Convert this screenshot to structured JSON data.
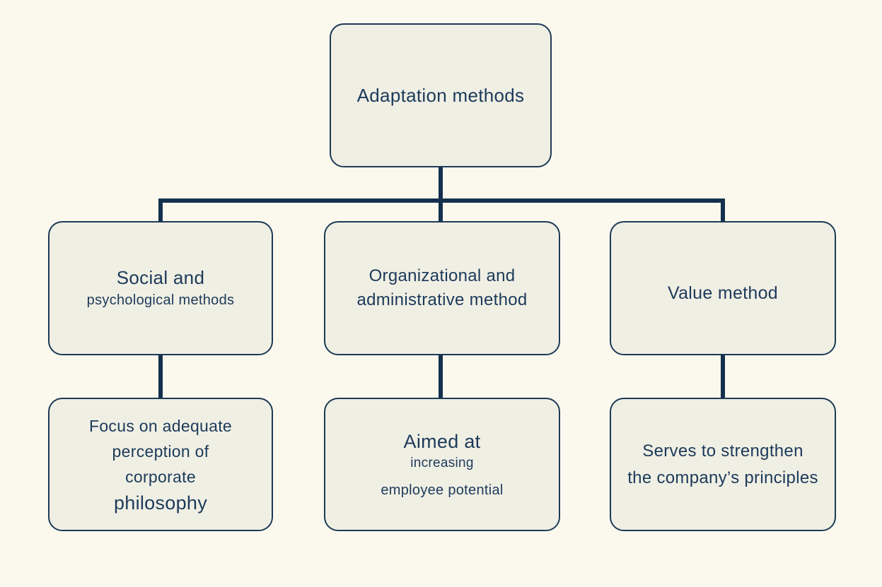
{
  "diagram": {
    "type": "flowchart",
    "title": "Adaptation methods",
    "colors": {
      "background": "#fbf9ee",
      "node_fill": "#f0efe4",
      "node_border": "#1d3a57",
      "connector": "#14304c",
      "text": "#1c3a5a"
    },
    "nodes": {
      "root": {
        "lines": [
          "Adaptation methods"
        ]
      },
      "social": {
        "lines": [
          "Social and",
          "psychological methods"
        ]
      },
      "organizational": {
        "lines": [
          "Organizational and",
          "administrative method"
        ]
      },
      "value": {
        "lines": [
          "Value method"
        ]
      },
      "social_detail": {
        "lines": [
          "Focus on adequate",
          "perception of",
          "corporate",
          "philosophy"
        ]
      },
      "organizational_detail": {
        "lines": [
          "Aimed at",
          "increasing",
          "employee potential"
        ]
      },
      "value_detail": {
        "lines": [
          "Serves to strengthen",
          "the company’s principles"
        ]
      }
    },
    "edges": [
      {
        "from": "root",
        "to": "social"
      },
      {
        "from": "root",
        "to": "organizational"
      },
      {
        "from": "root",
        "to": "value"
      },
      {
        "from": "social",
        "to": "social_detail"
      },
      {
        "from": "organizational",
        "to": "organizational_detail"
      },
      {
        "from": "value",
        "to": "value_detail"
      }
    ]
  }
}
